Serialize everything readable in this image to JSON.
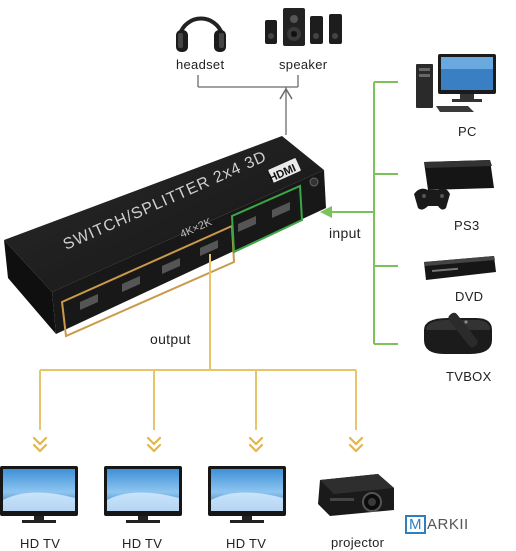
{
  "labels": {
    "headset": "headset",
    "speaker": "speaker",
    "pc": "PC",
    "ps3": "PS3",
    "dvd": "DVD",
    "tvbox": "TVBOX",
    "input": "input",
    "output": "output",
    "hdtv_1": "HD TV",
    "hdtv_2": "HD TV",
    "hdtv_3": "HD TV",
    "projector": "projector"
  },
  "device": {
    "title": "SWITCH/SPLITTER 2x4 3D",
    "resolution": "4K×2K",
    "logo": "HDMI"
  },
  "brand": {
    "m": "M",
    "rest": "ARKII"
  },
  "colors": {
    "input_line": "#7cc25a",
    "output_line": "#e8c46a",
    "audio_line": "#6b6b6b",
    "device_body": "#1b1b1b",
    "input_port_outline": "#3aa845",
    "output_port_outline": "#c99a4a",
    "brand_accent": "#2e7fc1"
  },
  "icons": [
    "headset-icon",
    "speaker-icon",
    "pc-icon",
    "ps3-icon",
    "dvd-icon",
    "tvbox-icon",
    "hdtv-icon",
    "projector-icon",
    "arrow-chevron-icon"
  ]
}
